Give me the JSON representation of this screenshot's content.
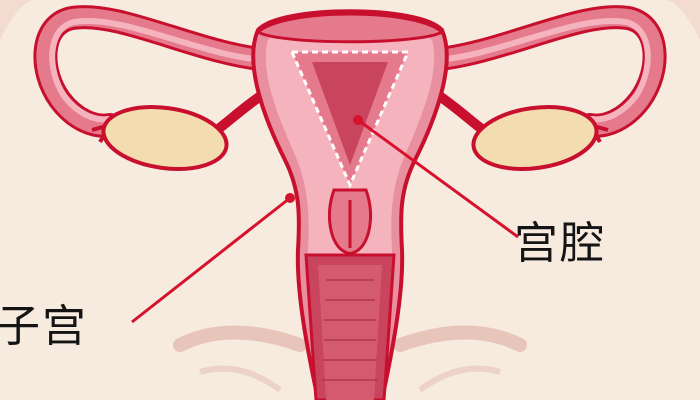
{
  "labels": {
    "uterus": "子宫",
    "uterine_cavity": "宫腔"
  },
  "colors": {
    "background": "#f7eadf",
    "outline": "#c8102e",
    "tissue_light": "#f4b3bd",
    "tissue_mid": "#e57a8c",
    "tissue_dark": "#c9445d",
    "ovary": "#f2dcb0",
    "leader_line": "#d6122c"
  },
  "icons": {
    "uterus": "uterus-anatomy-illustration"
  }
}
